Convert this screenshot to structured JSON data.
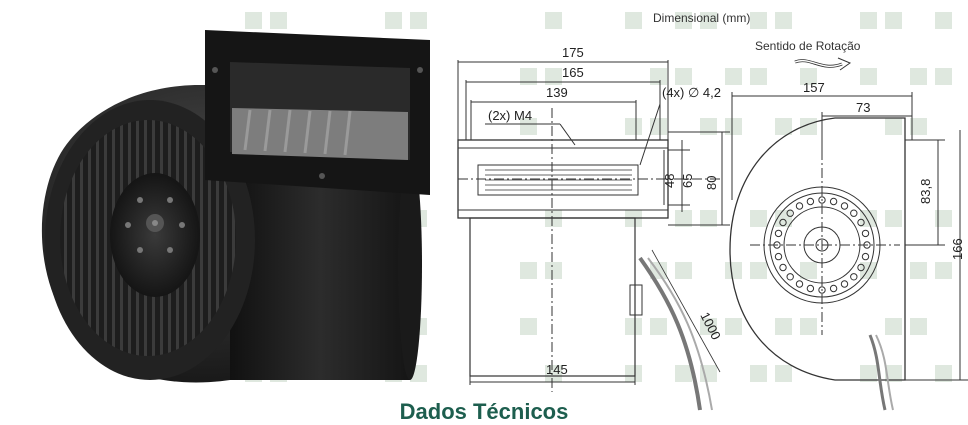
{
  "header": {
    "title": "Dimensional (mm)",
    "rotation_label": "Sentido de Rotação"
  },
  "dimensions": {
    "d175": "175",
    "d165": "165",
    "d139": "139",
    "holes": "(4x) ∅ 4,2",
    "screws": "(2x) M4",
    "d48": "48",
    "d65": "65",
    "d80": "80",
    "d145": "145",
    "d1000": "1000",
    "d157": "157",
    "d73": "73",
    "d83_8": "83,8",
    "d166": "166"
  },
  "footer": {
    "title": "Dados Técnicos"
  },
  "colors": {
    "accent": "#1d5e4e",
    "pattern": "#dfe8df",
    "line": "#333333"
  }
}
